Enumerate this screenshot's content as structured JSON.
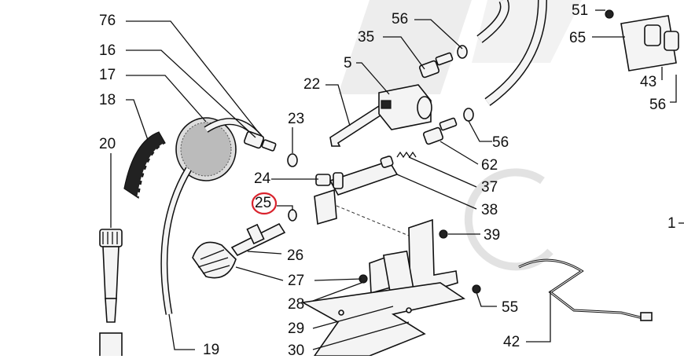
{
  "labels": {
    "l76": "76",
    "l16": "16",
    "l17": "17",
    "l18": "18",
    "l20": "20",
    "l19": "19",
    "l23": "23",
    "l24": "24",
    "l25": "25",
    "l26": "26",
    "l27": "27",
    "l28": "28",
    "l29": "29",
    "l30": "30",
    "l22": "22",
    "l5": "5",
    "l35": "35",
    "l56a": "56",
    "l56b": "56",
    "l56c": "56",
    "l62": "62",
    "l37": "37",
    "l38": "38",
    "l39": "39",
    "l55": "55",
    "l42": "42",
    "l51": "51",
    "l65": "65",
    "l43": "43",
    "l1": "1"
  },
  "highlight": {
    "color": "#d9232d"
  }
}
